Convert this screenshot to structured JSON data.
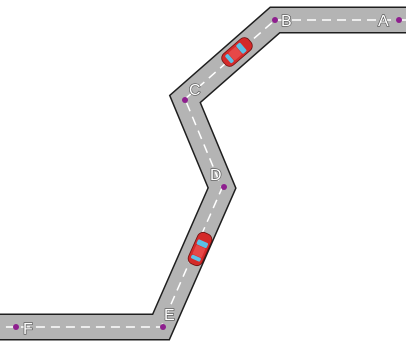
{
  "route": {
    "point_labels": [
      "A",
      "B",
      "C",
      "D",
      "E",
      "F"
    ]
  },
  "cars": [
    {
      "color": "#d42a2a"
    },
    {
      "color": "#d42a2a"
    }
  ],
  "colors": {
    "road_fill": "#b4b4b4",
    "road_edge": "#1e1e1e",
    "lane_marking": "#ffffff",
    "waypoint_dot": "#8e1f8e",
    "car_body": "#d42a2a",
    "car_glass": "#5cc0e6"
  }
}
